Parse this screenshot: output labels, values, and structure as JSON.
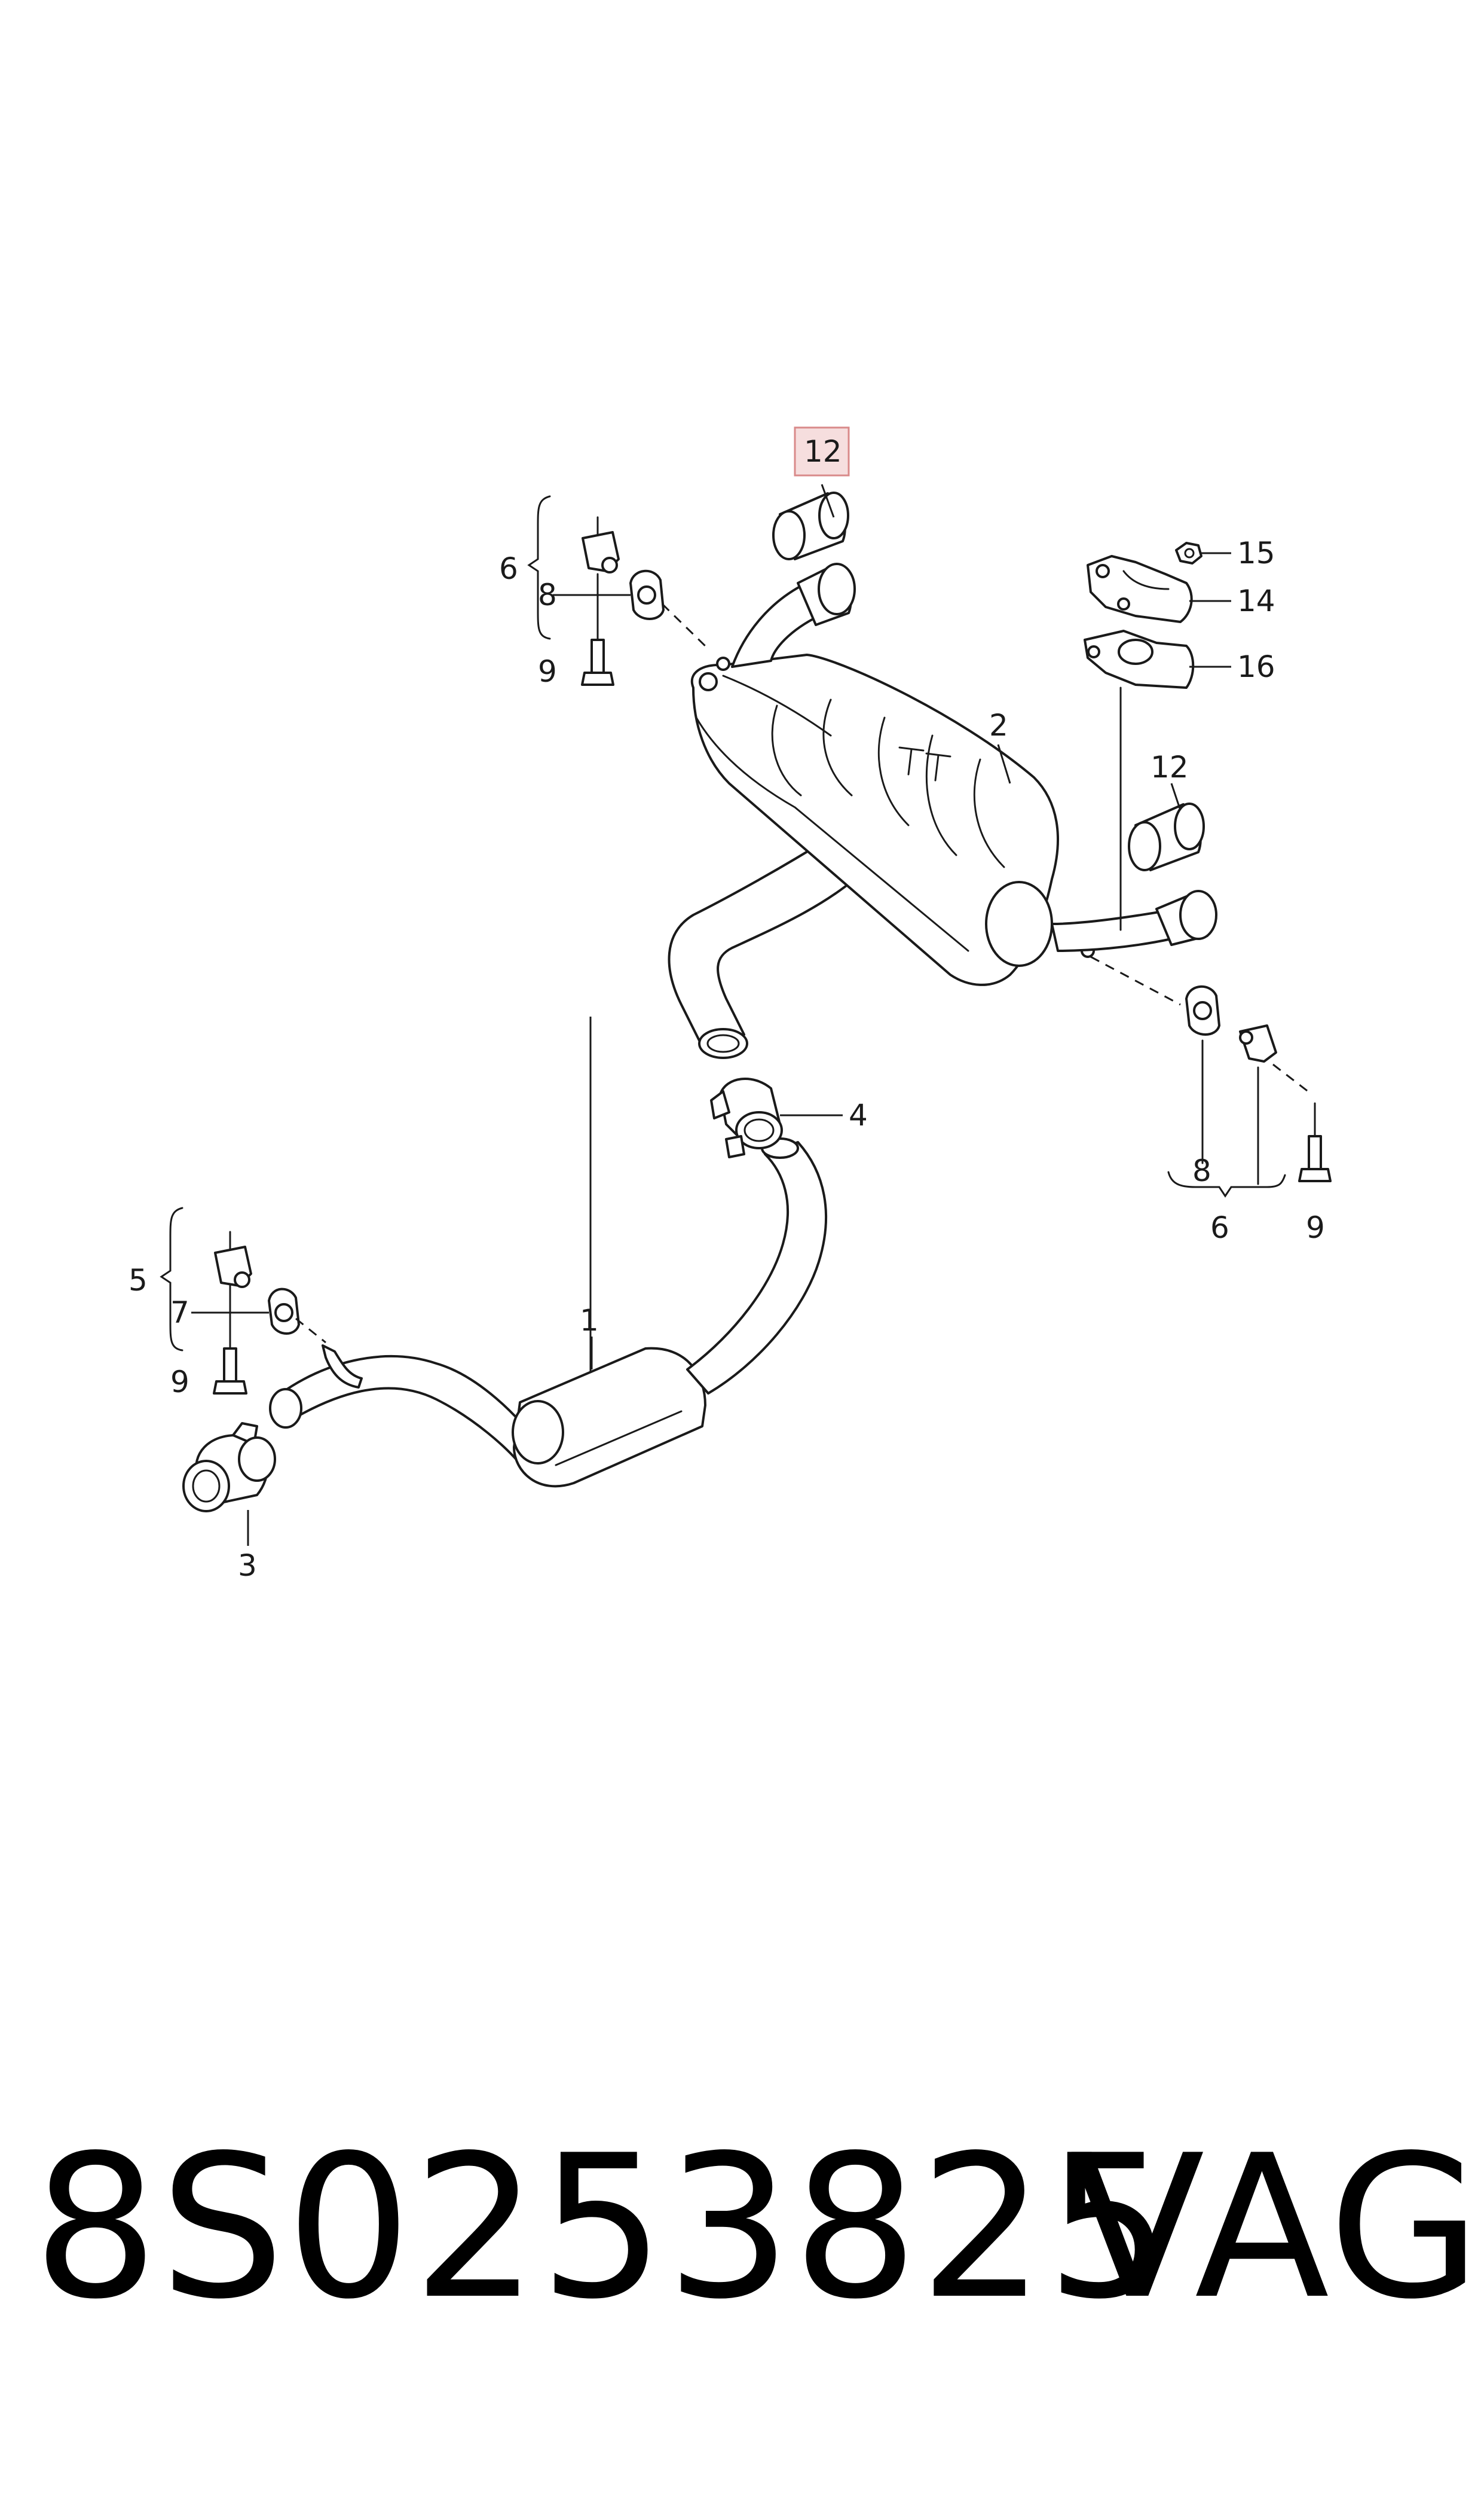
{
  "footer": {
    "part_number": "8S0253825",
    "brand": "VAG"
  },
  "callouts": {
    "c1": "1",
    "c2": "2",
    "c3": "3",
    "c4": "4",
    "c5": "5",
    "c6_top": "6",
    "c6_bottom": "6",
    "c7": "7",
    "c8_top": "8",
    "c8_bottom": "8",
    "c9_top": "9",
    "c9_left": "9",
    "c9_right": "9",
    "c12_highlighted": "12",
    "c12_right": "12",
    "c14": "14",
    "c15": "15",
    "c16": "16"
  },
  "highlight_color": "#f6dede"
}
